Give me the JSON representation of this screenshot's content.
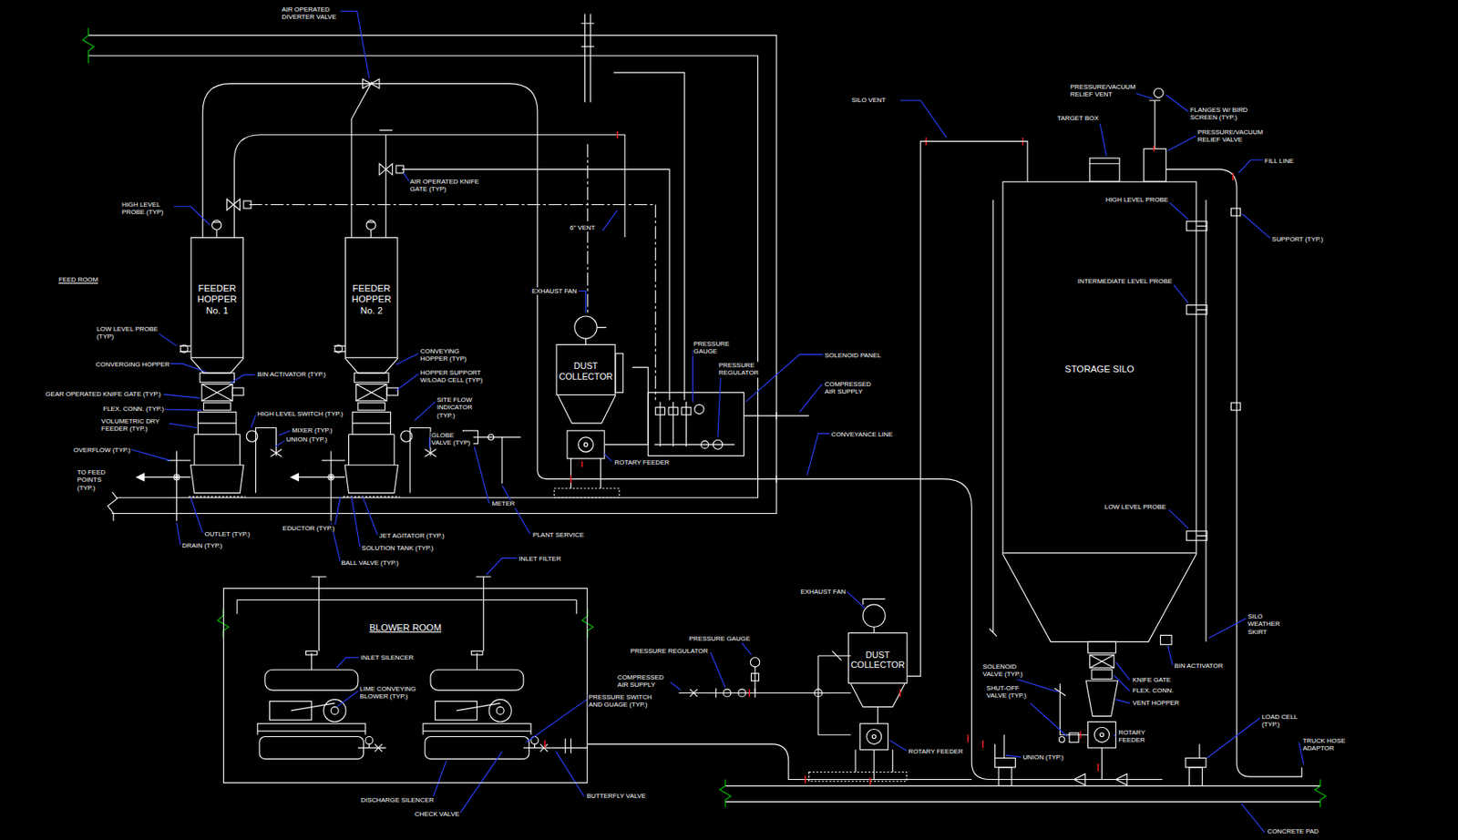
{
  "diagram": {
    "nodes": [
      {
        "text": [
          "FEEDER HOPPER No. 1"
        ]
      },
      {
        "text": [
          "FEEDER HOPPER No. 2"
        ]
      },
      {
        "text": [
          "DUST COLLECTOR"
        ]
      },
      {
        "text": [
          "STORAGE SILO"
        ]
      },
      {
        "text": [
          "BLOWER ROOM"
        ]
      },
      {
        "text": [
          "DUST COLLECTOR"
        ]
      }
    ],
    "edges": [
      {
        "from": 5,
        "to": 3,
        "arrow": "none"
      }
    ],
    "labels": [
      "AIR OPERATED DIVERTER VALVE",
      "HIGH LEVEL PROBE (TYP)",
      "FEED ROOM",
      "LOW LEVEL PROBE (TYP)",
      "CONVERGING HOPPER",
      "BIN ACTIVATOR (TYP.)",
      "GEAR OPERATED KNIFE GATE (TYP.)",
      "FLEX. CONN. (TYP.)",
      "VOLUMETRIC DRY FEEDER (TYP.)",
      "OVERFLOW (TYP.)",
      "TO FEED POINTS (TYP.)",
      "HIGH LEVEL SWITCH (TYP.)",
      "MIXER (TYP.)",
      "UNION (TYP.)",
      "CONVEYING HOPPER (TYP)",
      "HOPPER SUPPORT W/LOAD CELL (TYP)",
      "SITE FLOW INDICATOR (TYP.)",
      "GLOBE VALVE (TYP)",
      "AIR OPERATED KNIFE GATE (TYP)",
      "6\" VENT",
      "EXHAUST FAN",
      "ROTARY FEEDER",
      "PRESSURE GAUGE",
      "PRESSURE REGULATOR",
      "SOLENOID PANEL",
      "COMPRESSED AIR SUPPLY",
      "CONVEYANCE LINE",
      "METER",
      "PLANT SERVICE",
      "OUTLET (TYP.)",
      "DRAIN (TYP.)",
      "EDUCTOR (TYP.)",
      "JET AGITATOR (TYP.)",
      "SOLUTION TANK (TYP.)",
      "BALL VALVE (TYP.)",
      "INLET FILTER",
      "INLET SILENCER",
      "LIME CONVEYING BLOWER (TYP.)",
      "PRESSURE SWITCH AND GUAGE (TYP.)",
      "DISCHARGE SILENCER",
      "CHECK VALVE",
      "BUTTERFLY VALVE",
      "EXHAUST FAN",
      "PRESSURE GAUGE",
      "PRESSURE REGULATOR",
      "COMPRESSED AIR SUPPLY",
      "ROTARY FEEDER",
      "SILO VENT",
      "PRESSURE/VACUUM RELIEF VENT",
      "FLANGES W/ BIRD SCREEN (TYP.)",
      "TARGET BOX",
      "PRESSURE/VACUUM RELIEF VALVE",
      "FILL LINE",
      "HIGH LEVEL PROBE",
      "SUPPORT (TYP.)",
      "INTERMEDIATE LEVEL PROBE",
      "LOW LEVEL PROBE",
      "SILO WEATHER SKIRT",
      "BIN ACTIVATOR",
      "SOLENOID VALVE (TYP.)",
      "SHUT-OFF VALVE (TYP.)",
      "KNIFE GATE",
      "FLEX. CONN.",
      "VENT HOPPER",
      "ROTARY FEEDER",
      "UNION (TYP.)",
      "LOAD CELL (TYP.)",
      "TRUCK HOSE ADAPTOR",
      "CONCRETE PAD"
    ]
  }
}
